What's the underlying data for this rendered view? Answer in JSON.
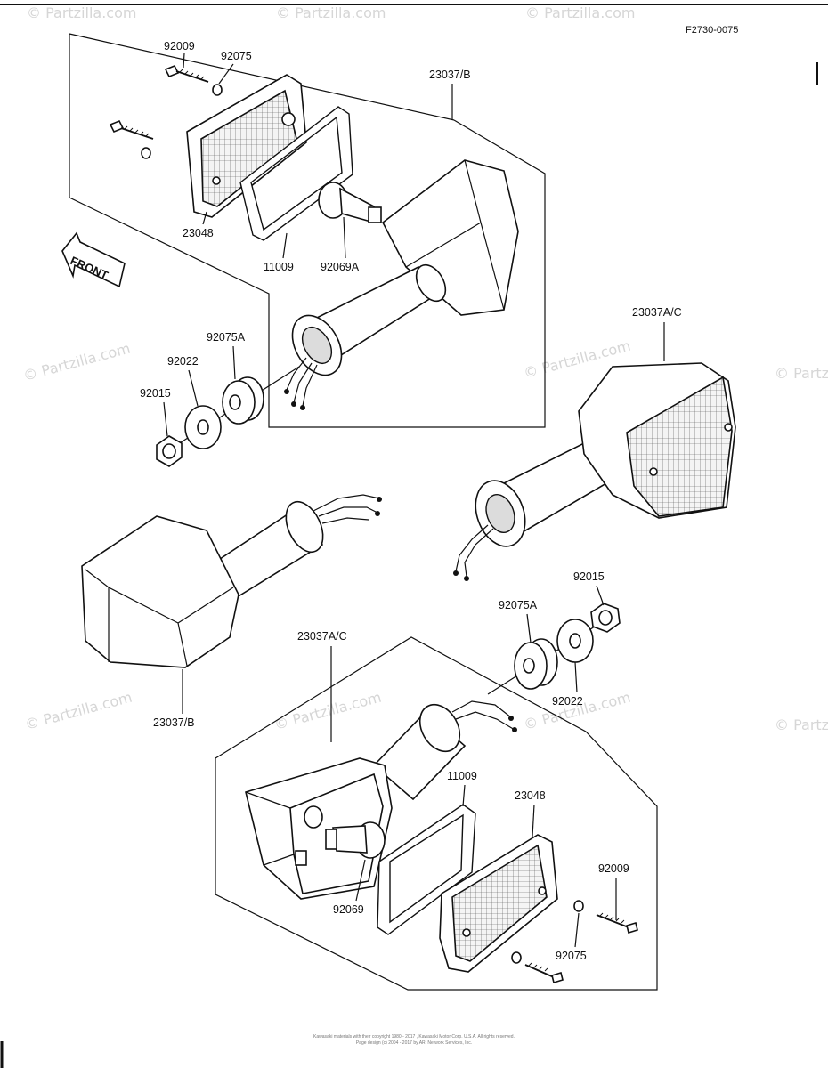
{
  "diagram": {
    "ref_code": "F2730-0075",
    "front_label": "FRONT",
    "watermark": "© Partzilla.com",
    "footer": {
      "line1": "Kawasaki materials with their copyright 1980 - 2017 , Kawasaki Motor Corp. U.S.A. All rights reserved.",
      "line2": "Page design (c) 2004 - 2017 by ARI Network Services, Inc."
    },
    "labels": {
      "top_92009": "92009",
      "top_92075": "92075",
      "top_23037B": "23037/B",
      "top_23048": "23048",
      "top_11009": "11009",
      "top_92069A": "92069A",
      "mid_92075A": "92075A",
      "mid_92022": "92022",
      "mid_92015": "92015",
      "right_23037AC": "23037A/C",
      "r_92015": "92015",
      "r_92075A": "92075A",
      "r_92022": "92022",
      "left_23037AC": "23037A/C",
      "left_23037B": "23037/B",
      "bot_11009": "11009",
      "bot_23048": "23048",
      "bot_92009": "92009",
      "bot_92069": "92069",
      "bot_92075": "92075"
    }
  }
}
